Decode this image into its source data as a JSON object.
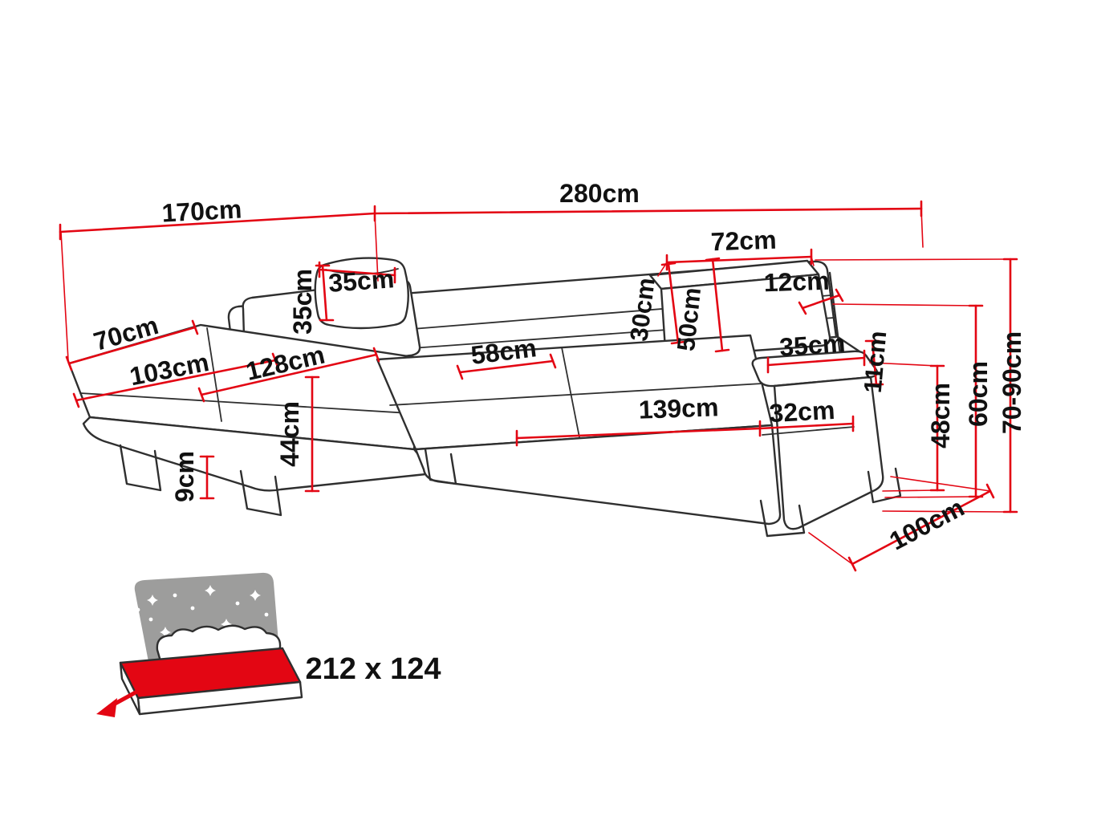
{
  "page": {
    "background": "#ffffff"
  },
  "colors": {
    "outline": "#2f2f2f",
    "dimension_red": "#e30613",
    "icon_gray": "#9d9d9c",
    "text": "#111111"
  },
  "diagram": {
    "type": "corner-sofa-dimension-diagram",
    "dimensions": {
      "back_width_left": "170cm",
      "back_width_right": "280cm",
      "headrest_width": "72cm",
      "headrest_top_depth": "12cm",
      "cushion_width": "35cm",
      "cushion_height": "35cm",
      "chaise_end_width": "70cm",
      "chaise_seat_length": "103cm",
      "chaise_seat_full_length": "128cm",
      "seat_depth": "58cm",
      "headrest_height_min": "30cm",
      "headrest_height_max": "50cm",
      "armrest_top_length": "35cm",
      "armrest_top_width": "11cm",
      "seat_front_width": "139cm",
      "armrest_front_width": "32cm",
      "seat_height": "44cm",
      "leg_height": "9cm",
      "armrest_height": "48cm",
      "backrest_height": "60cm",
      "total_height": "70-90cm",
      "total_depth": "100cm"
    },
    "sleeping_area": {
      "label": "212 x 124",
      "icon": "sofa-bed-sleeping-function-icon"
    }
  }
}
